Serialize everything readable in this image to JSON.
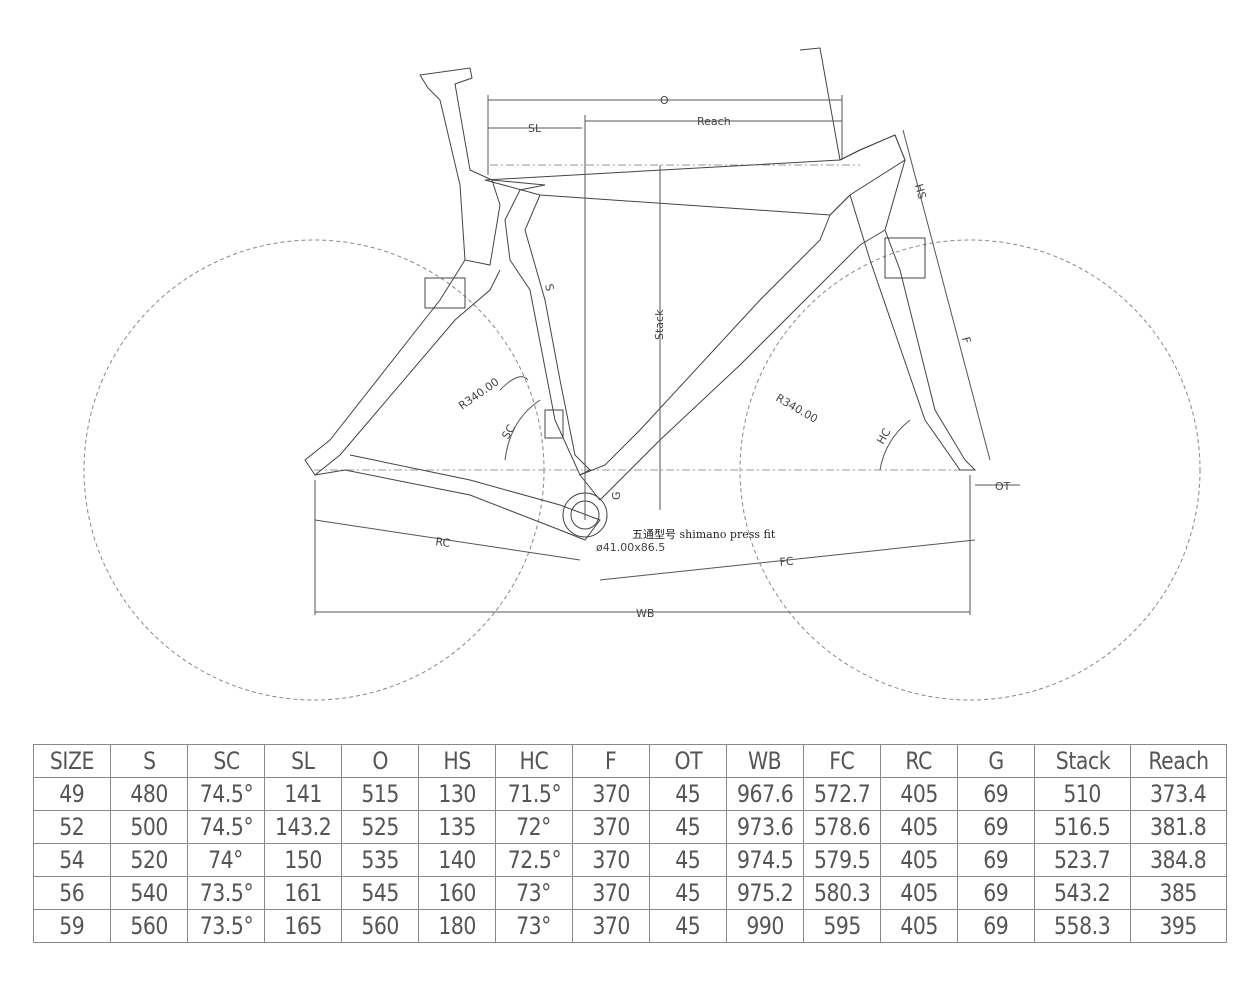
{
  "labels": {
    "O": "O",
    "SL": "SL",
    "Reach": "Reach",
    "HS": "HS",
    "S": "S",
    "Stack": "Stack",
    "F": "F",
    "R_left": "R340.00",
    "R_right": "R340.00",
    "SC": "SC",
    "HC": "HC",
    "G": "G",
    "OT": "OT",
    "RC": "RC",
    "FC": "FC",
    "WB": "WB",
    "bb_note": "五通型号 shimano press fit",
    "bb_size": "ø41.00x86.5"
  },
  "table": {
    "headers": [
      "SIZE",
      "S",
      "SC",
      "SL",
      "O",
      "HS",
      "HC",
      "F",
      "OT",
      "WB",
      "FC",
      "RC",
      "G",
      "Stack",
      "Reach"
    ],
    "rows": [
      [
        "49",
        "480",
        "74.5°",
        "141",
        "515",
        "130",
        "71.5°",
        "370",
        "45",
        "967.6",
        "572.7",
        "405",
        "69",
        "510",
        "373.4"
      ],
      [
        "52",
        "500",
        "74.5°",
        "143.2",
        "525",
        "135",
        "72°",
        "370",
        "45",
        "973.6",
        "578.6",
        "405",
        "69",
        "516.5",
        "381.8"
      ],
      [
        "54",
        "520",
        "74°",
        "150",
        "535",
        "140",
        "72.5°",
        "370",
        "45",
        "974.5",
        "579.5",
        "405",
        "69",
        "523.7",
        "384.8"
      ],
      [
        "56",
        "540",
        "73.5°",
        "161",
        "545",
        "160",
        "73°",
        "370",
        "45",
        "975.2",
        "580.3",
        "405",
        "69",
        "543.2",
        "385"
      ],
      [
        "59",
        "560",
        "73.5°",
        "165",
        "560",
        "180",
        "73°",
        "370",
        "45",
        "990",
        "595",
        "405",
        "69",
        "558.3",
        "395"
      ]
    ]
  }
}
